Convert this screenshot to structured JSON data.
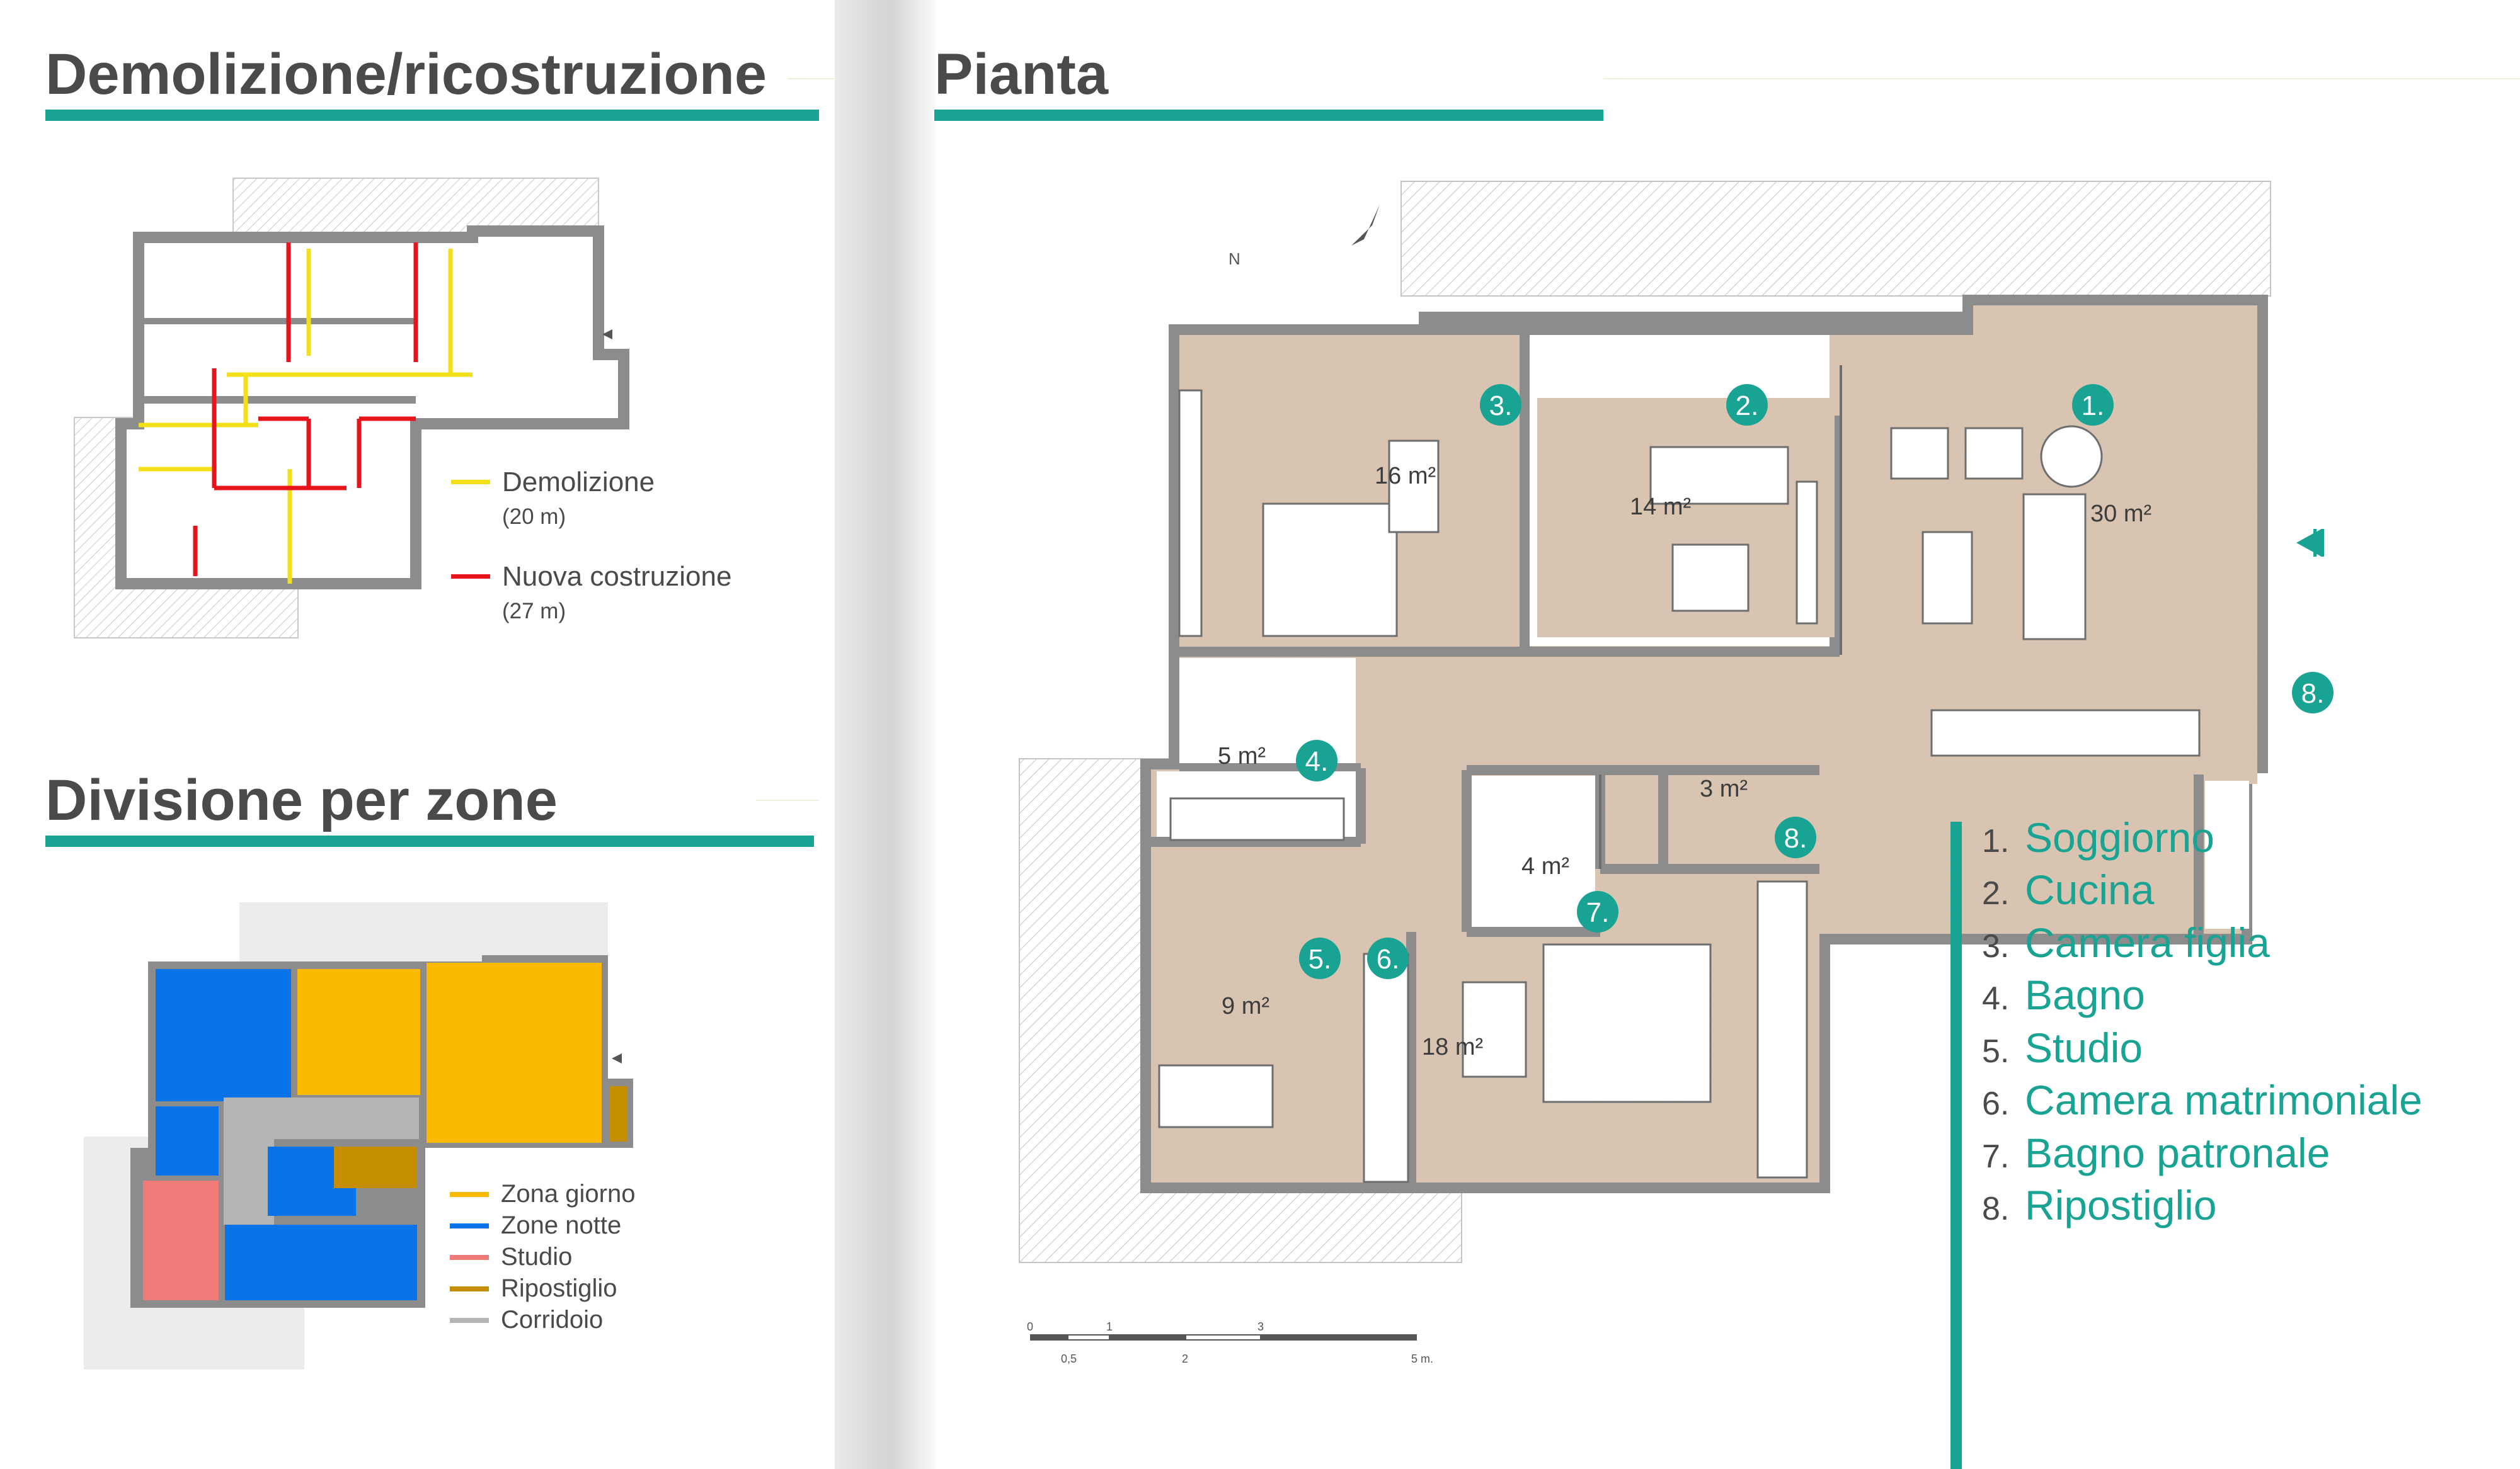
{
  "sections": {
    "demolition_title": "Demolizione/ricostruzione",
    "zones_title": "Divisione per zone",
    "plan_title": "Pianta"
  },
  "demolition_legend": [
    {
      "label": "Demolizione",
      "note": "(20 m)",
      "color": "#f3e01a"
    },
    {
      "label": "Nuova costruzione",
      "note": "(27 m)",
      "color": "#e8141b"
    }
  ],
  "zones_legend": [
    {
      "label": "Zona giorno",
      "color": "#fbb900"
    },
    {
      "label": "Zone notte",
      "color": "#0873e8"
    },
    {
      "label": "Studio",
      "color": "#f07a78"
    },
    {
      "label": "Ripostiglio",
      "color": "#c58d00"
    },
    {
      "label": "Corridoio",
      "color": "#b5b5b5"
    }
  ],
  "plan": {
    "north_label": "N",
    "areas": [
      "30 m²",
      "14 m²",
      "16 m²",
      "5 m²",
      "3 m²",
      "4 m²",
      "9 m²",
      "18 m²"
    ],
    "badges": [
      "1.",
      "2.",
      "3.",
      "4.",
      "5.",
      "6.",
      "7.",
      "8."
    ],
    "scale_top": [
      "0",
      "1",
      "3"
    ],
    "scale_bottom": [
      "0,5",
      "2",
      "5 m."
    ],
    "colors": {
      "floor": "#d8c4b0",
      "wall": "#8c8c8c",
      "accent": "#18a393"
    }
  },
  "rooms": [
    {
      "num": "1.",
      "name": "Soggiorno"
    },
    {
      "num": "2.",
      "name": "Cucina"
    },
    {
      "num": "3.",
      "name": "Camera figlia"
    },
    {
      "num": "4.",
      "name": "Bagno"
    },
    {
      "num": "5.",
      "name": "Studio"
    },
    {
      "num": "6.",
      "name": "Camera matrimoniale"
    },
    {
      "num": "7.",
      "name": "Bagno patronale"
    },
    {
      "num": "8.",
      "name": "Ripostiglio"
    }
  ]
}
